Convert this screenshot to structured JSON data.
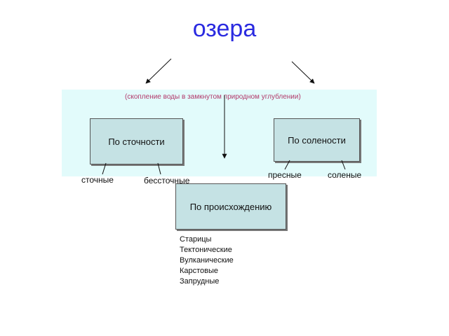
{
  "title": "озера",
  "definition": "(скопление воды в замкнутом природном углублении)",
  "boxes": {
    "drainage": "По сточности",
    "salinity": "По солености",
    "origin": "По происхождению"
  },
  "drainage_types": [
    "сточные",
    "бессточные"
  ],
  "salinity_types": [
    "пресные",
    "соленые"
  ],
  "origin_types": [
    "Старицы",
    "Тектонические",
    "Вулканические",
    "Карстовые",
    "Запрудные"
  ]
}
